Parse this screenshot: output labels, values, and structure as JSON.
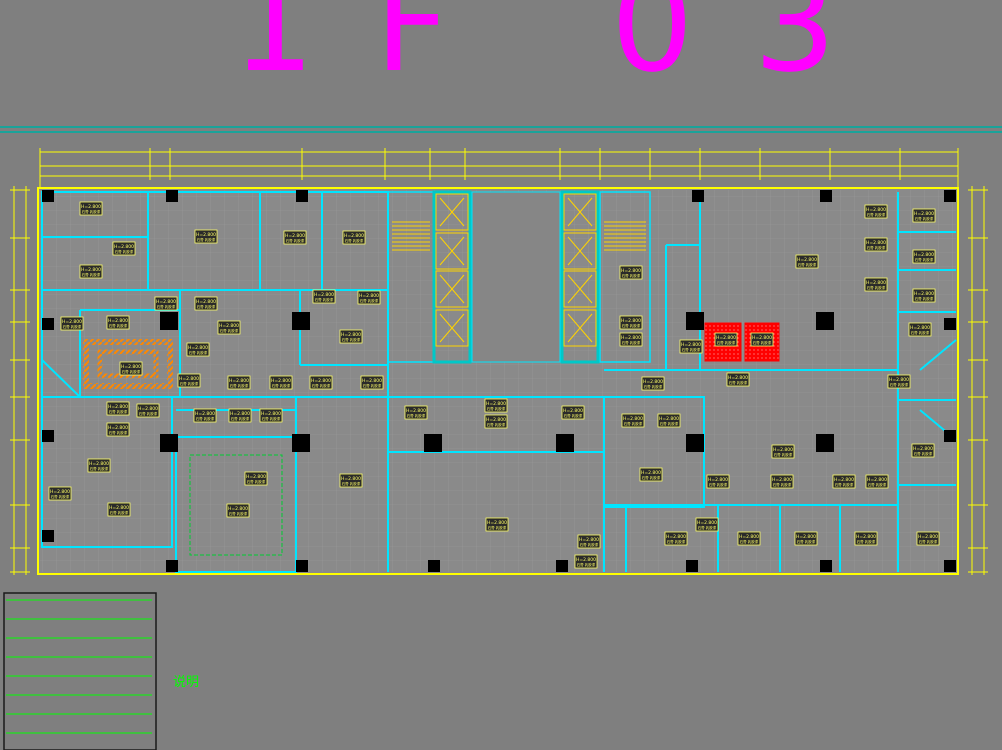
{
  "drawing": {
    "sheet_title": "1F 03",
    "legend_label": "说明",
    "colors": {
      "background": "#7f7f7f",
      "title": "#ff00ff",
      "walls": "#00e5ff",
      "dimension": "#ffff00",
      "tag_fill": "#ffff66",
      "tag_border": "#000000",
      "column": "#000000",
      "red_area": "#ff0000",
      "legend_grid": "#00ff00",
      "hatch_orange": "#ff8800"
    },
    "tag_text": "H=2.800",
    "tag_subtext": "石膏 乳胶漆"
  }
}
